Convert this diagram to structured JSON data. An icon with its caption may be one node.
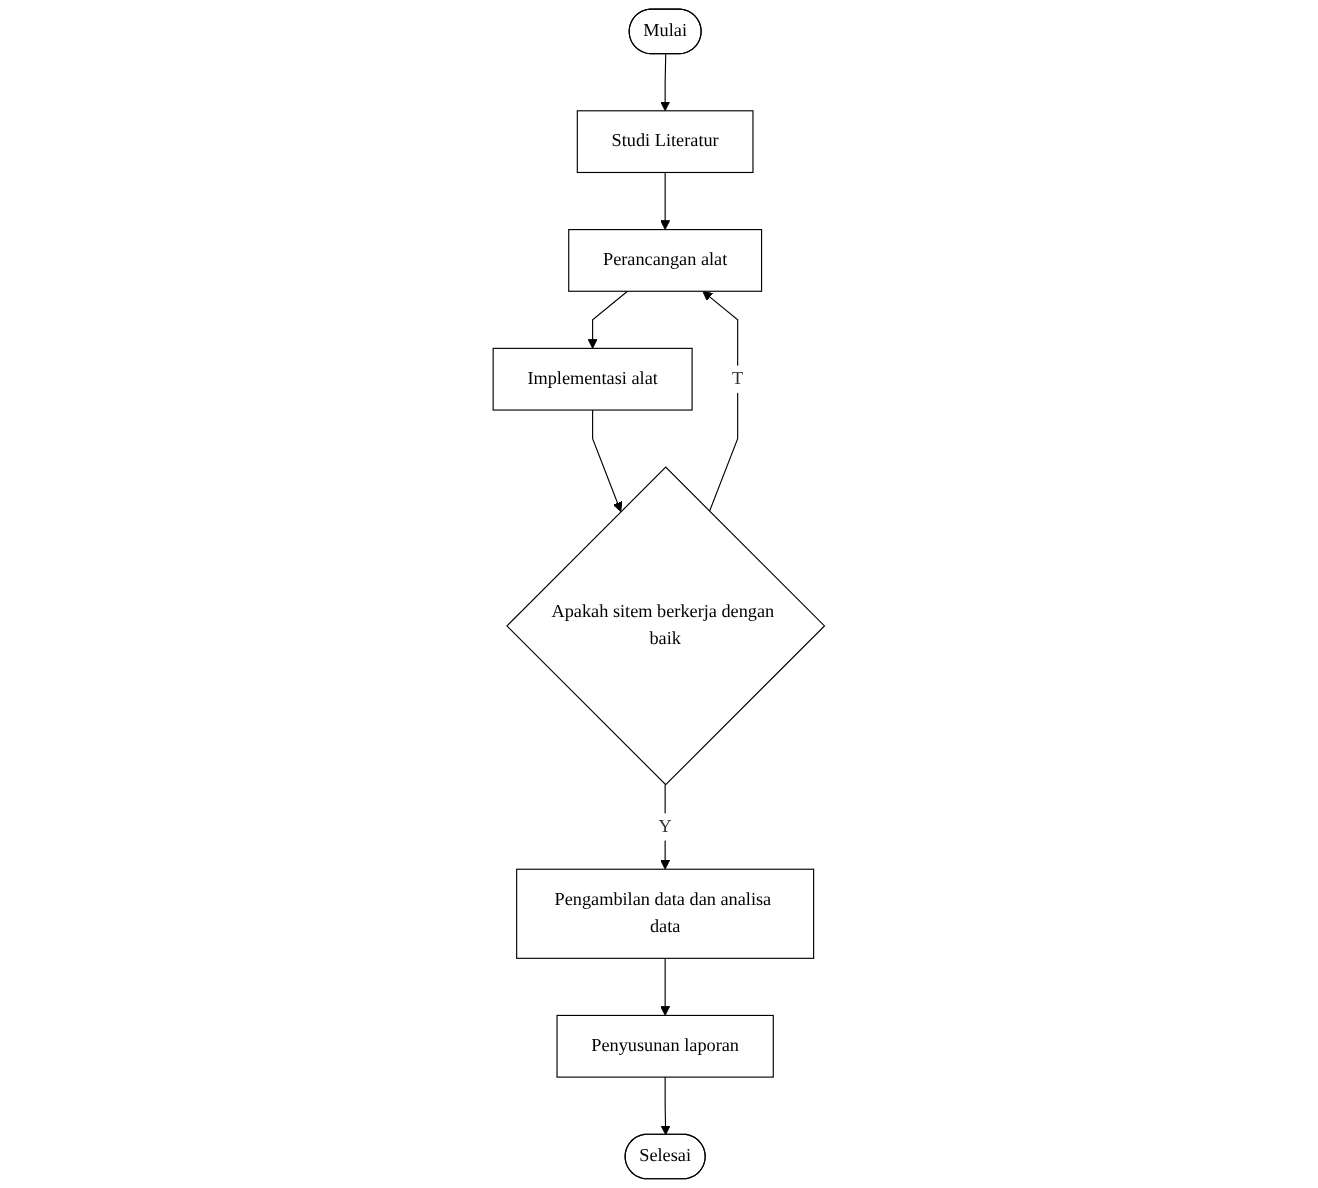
{
  "diagram": {
    "nodes": [
      {
        "text": [
          "Mulai"
        ]
      },
      {
        "text": [
          "Studi Literatur"
        ]
      },
      {
        "text": [
          "Perancangan alat"
        ]
      },
      {
        "text": [
          "Implementasi alat"
        ]
      },
      {
        "text": [
          "Apakah sitem berkerja dengan baik"
        ]
      },
      {
        "text": [
          "Pengambilan data dan analisa data"
        ]
      },
      {
        "text": [
          "Penyusunan laporan"
        ]
      },
      {
        "text": [
          "Selesai"
        ]
      }
    ],
    "edges": [
      {
        "from": 0,
        "to": 1,
        "arrow": "to"
      },
      {
        "from": 1,
        "to": 2,
        "arrow": "to"
      },
      {
        "from": 2,
        "to": 3,
        "arrow": "to"
      },
      {
        "from": 3,
        "to": 4,
        "arrow": "to"
      },
      {
        "from": 4,
        "to": 2,
        "label": "T",
        "arrow": "to"
      },
      {
        "from": 4,
        "to": 5,
        "label": "Y",
        "arrow": "to"
      },
      {
        "from": 5,
        "to": 6,
        "arrow": "to"
      },
      {
        "from": 6,
        "to": 7,
        "arrow": "to"
      }
    ]
  }
}
